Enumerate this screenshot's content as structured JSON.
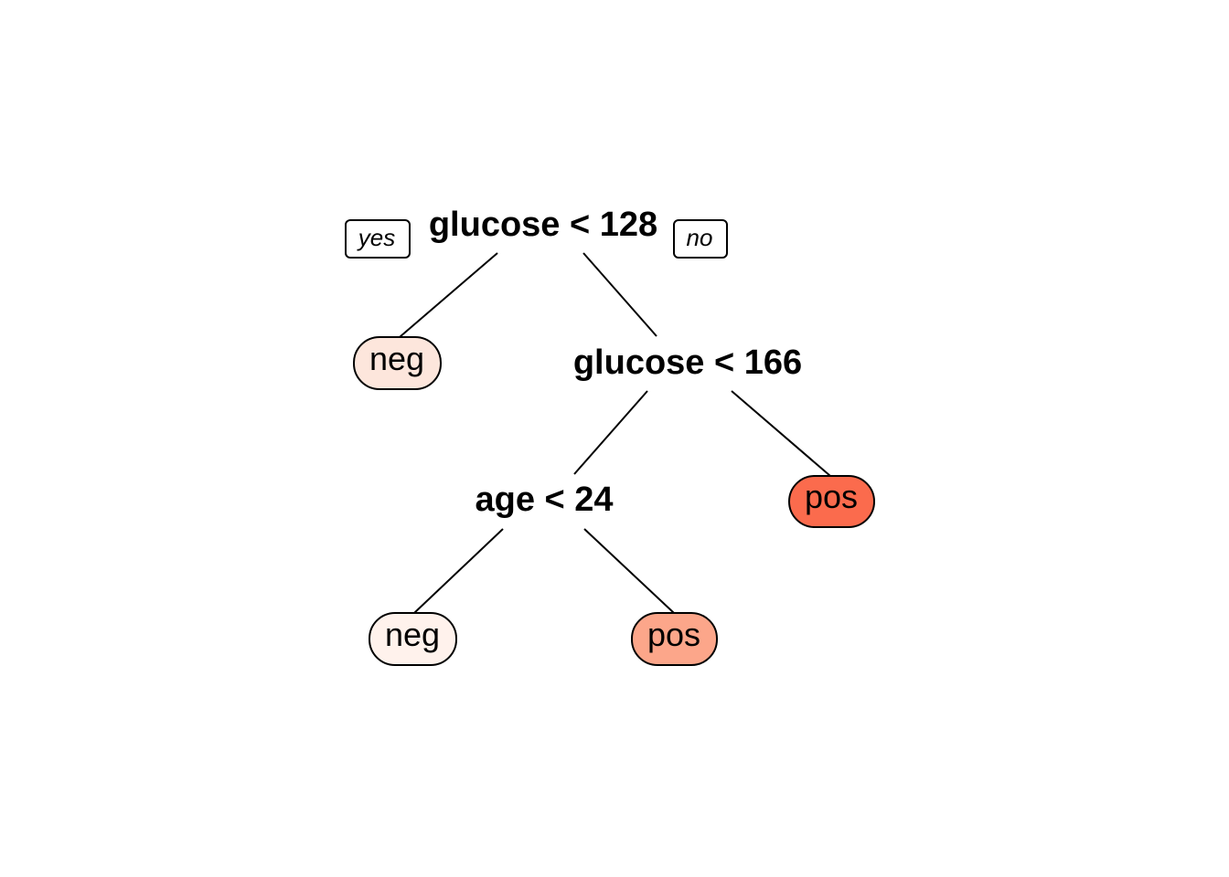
{
  "tree": {
    "root": {
      "label": "glucose < 128",
      "yes_tag": "yes",
      "no_tag": "no"
    },
    "split2": {
      "label": "glucose < 166"
    },
    "split3": {
      "label": "age < 24"
    },
    "leaves": [
      {
        "label": "neg",
        "color": "#fde6dc"
      },
      {
        "label": "neg",
        "color": "#fff2ec"
      },
      {
        "label": "pos",
        "color": "#fca68a"
      },
      {
        "label": "pos",
        "color": "#fb6b4d"
      }
    ]
  }
}
